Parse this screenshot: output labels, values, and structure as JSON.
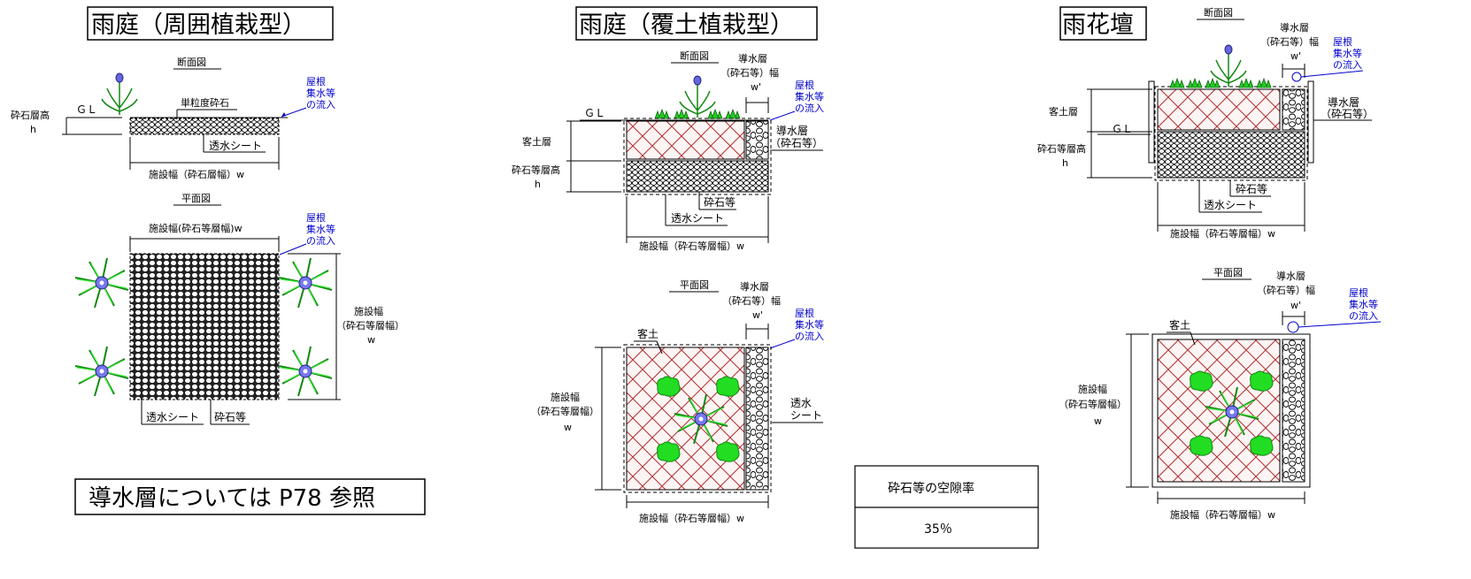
{
  "panels": {
    "a": {
      "title": "雨庭（周囲植栽型）",
      "section_heading": "断面図",
      "plan_heading": "平面図",
      "gravel_height": "砕石層高",
      "h": "h",
      "gl": "ＧＬ",
      "single_gravel": "単粒度砕石",
      "sheet": "透水シート",
      "width_section": "施設幅（砕石層幅）w",
      "width_plan_top": "施設幅(砕石等層幅)w",
      "width_side_1": "施設幅",
      "width_side_2": "（砕石等層幅）",
      "w": "w",
      "sheet_plan": "透水シート",
      "gravel_etc": "砕石等",
      "inflow": [
        "屋根",
        "集水等",
        "の流入"
      ],
      "inflow_plan": [
        "屋根",
        "集水等",
        "の流入"
      ],
      "note": "導水層については P78 参照"
    },
    "b": {
      "title": "雨庭（覆土植栽型）",
      "section_heading": "断面図",
      "guide_layer_1": "導水層",
      "guide_layer_2": "（砕石等）幅",
      "w_prime": "w'",
      "inflow": [
        "屋根",
        "集水等",
        "の流入"
      ],
      "gl": "ＧＬ",
      "soil_layer": "客土層",
      "gravel_height": "砕石等層高",
      "h": "h",
      "guide_side_1": "導水層",
      "guide_side_2": "（砕石等）",
      "gravel_etc": "砕石等",
      "sheet": "透水シート",
      "width_section": "施設幅（砕石等層幅）w",
      "plan_heading": "平面図",
      "guide_plan_1": "導水層",
      "guide_plan_2": "（砕石等）幅",
      "w_prime_plan": "w'",
      "inflow_plan": [
        "屋根",
        "集水等",
        "の流入"
      ],
      "soil": "客土",
      "width_side_1": "施設幅",
      "width_side_2": "（砕石等層幅）",
      "w": "w",
      "sheet_plan_1": "透水",
      "sheet_plan_2": "シート",
      "width_plan": "施設幅（砕石等層幅）w"
    },
    "c": {
      "title": "雨花壇",
      "section_heading": "断面図",
      "guide_layer_1": "導水層",
      "guide_layer_2": "（砕石等）幅",
      "w_prime": "w'",
      "inflow": [
        "屋根",
        "集水等",
        "の流入"
      ],
      "soil_layer": "客土層",
      "guide_side_1": "導水層",
      "guide_side_2": "（砕石等）",
      "gl": "ＧＬ",
      "gravel_height": "砕石等層高",
      "h": "h",
      "gravel_etc": "砕石等",
      "sheet": "透水シート",
      "width_section": "施設幅（砕石等層幅）w",
      "plan_heading": "平面図",
      "guide_plan_1": "導水層",
      "guide_plan_2": "（砕石等）幅",
      "w_prime_plan": "w'",
      "inflow_plan": [
        "屋根",
        "集水等",
        "の流入"
      ],
      "soil": "客土",
      "width_side_1": "施設幅",
      "width_side_2": "（砕石等層幅）",
      "w": "w",
      "width_plan": "施設幅（砕石等層幅）w"
    }
  },
  "porosity_table": {
    "header": "砕石等の空隙率",
    "value": "35％"
  },
  "colors": {
    "soil_hatch": "#b03030",
    "plant": "#22cc22",
    "flower": "#6666dd",
    "annotation": "#0000cc"
  }
}
